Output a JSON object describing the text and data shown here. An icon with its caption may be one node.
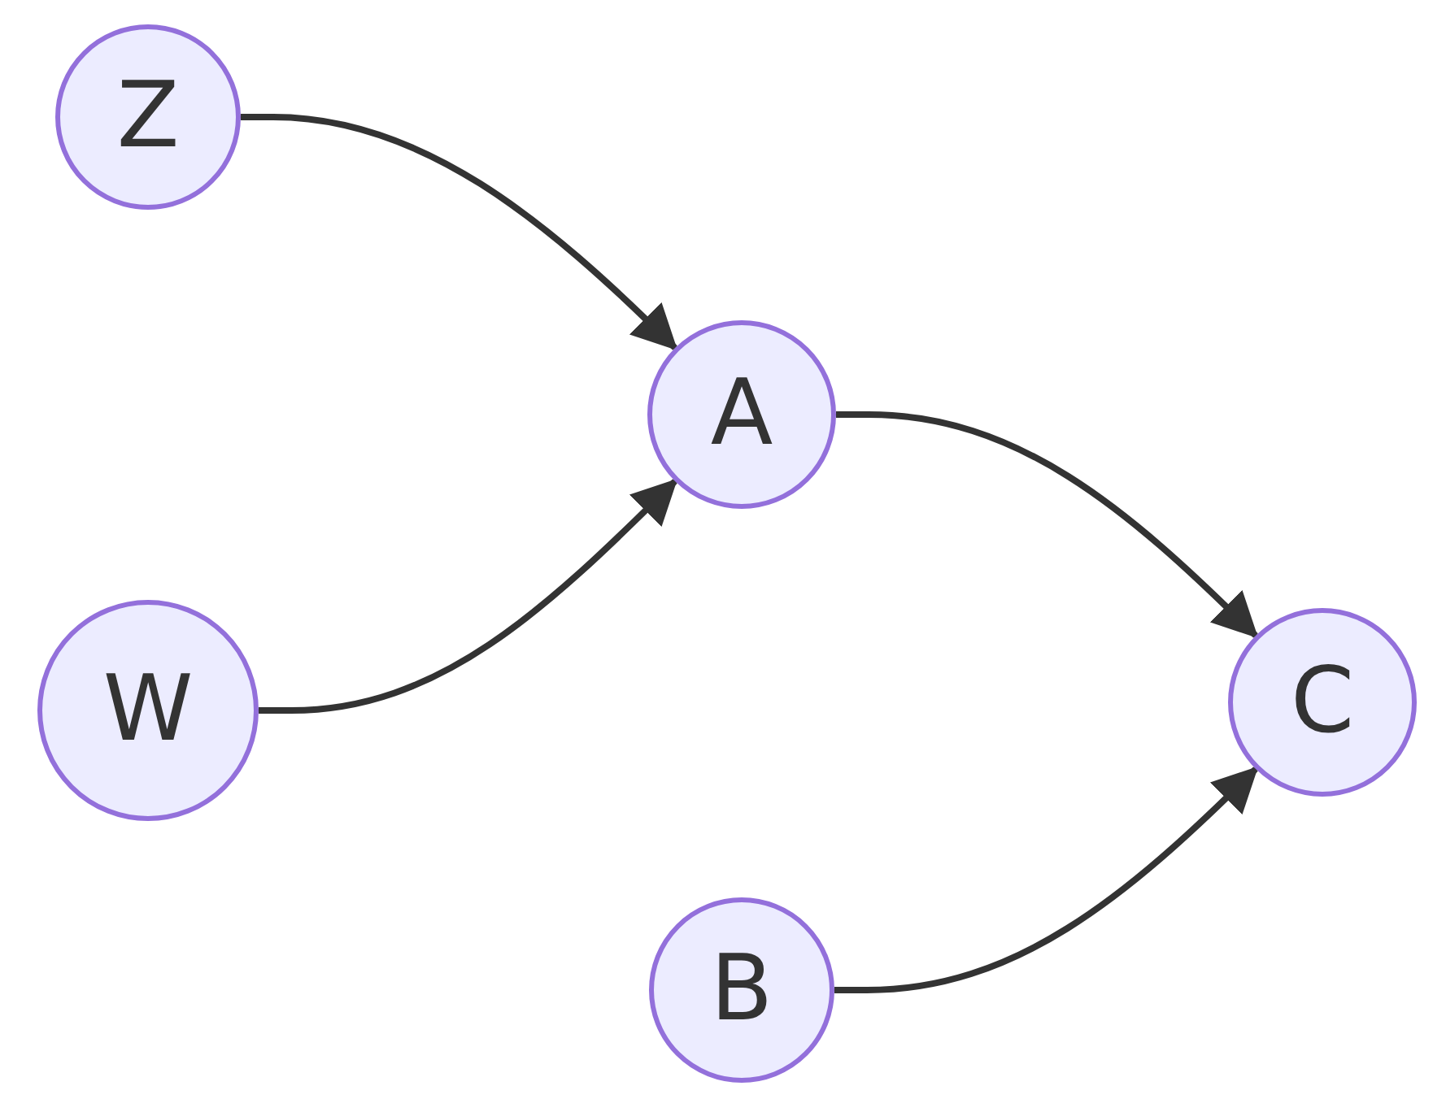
{
  "diagram": {
    "nodes": [
      {
        "text": [
          "Z"
        ]
      },
      {
        "text": [
          "A"
        ]
      },
      {
        "text": [
          "W"
        ]
      },
      {
        "text": [
          "C"
        ]
      },
      {
        "text": [
          "B"
        ]
      }
    ],
    "edges": [
      {
        "from": 0,
        "to": 1,
        "arrow": "to"
      },
      {
        "from": 2,
        "to": 1,
        "arrow": "to"
      },
      {
        "from": 1,
        "to": 3,
        "arrow": "to"
      },
      {
        "from": 4,
        "to": 3,
        "arrow": "to"
      }
    ]
  }
}
